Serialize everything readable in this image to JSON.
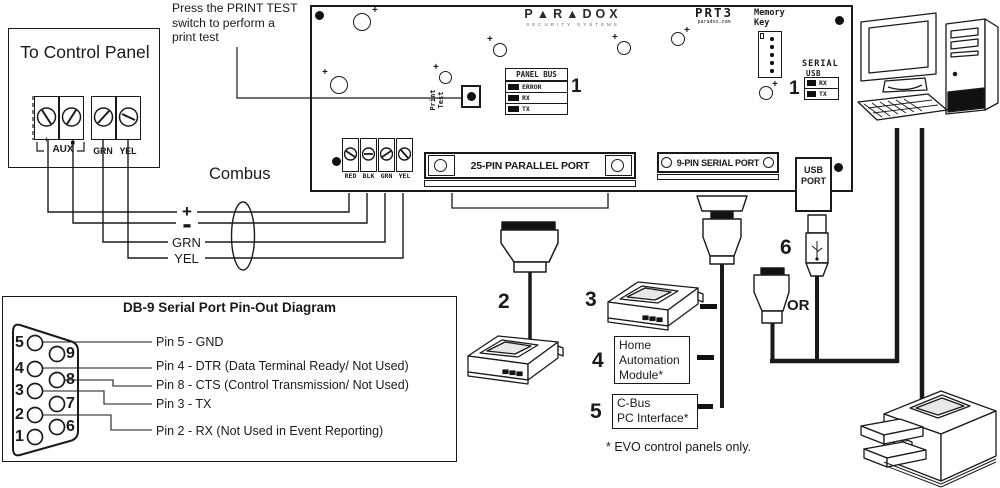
{
  "annotation": {
    "lines": [
      "Press the PRINT TEST",
      "switch to perform a",
      "print test"
    ]
  },
  "control_panel": {
    "title": "To Control Panel",
    "aux": "AUX",
    "grn": "GRN",
    "yel": "YEL"
  },
  "combus": {
    "label": "Combus",
    "wire_plus": "+",
    "wire_minus": "-",
    "wire_grn": "GRN",
    "wire_yel": "YEL"
  },
  "marks": {
    "plus": "+"
  },
  "board": {
    "logo_brand": "P▲R▲DOX",
    "logo_tagline": "SECURITY SYSTEMS",
    "model": "PRT3",
    "website": "paradox.com",
    "memory_key": [
      "Memory",
      "Key"
    ],
    "serial": "SERIAL",
    "usb": "USB",
    "serial_leds": [
      "RX",
      "TX"
    ],
    "serial_callout": "1",
    "panel_bus_title": "PANEL BUS",
    "panel_bus_leds": [
      "ERROR",
      "RX",
      "TX"
    ],
    "panel_bus_callout": "1",
    "print_test": [
      "Print",
      "Test"
    ],
    "terminals": [
      "RED",
      "BLK",
      "GRN",
      "YEL"
    ],
    "parallel_port_label": "25-PIN PARALLEL PORT",
    "serial_port_label": "9-PIN SERIAL PORT",
    "usb_port_label": [
      "USB",
      "PORT"
    ]
  },
  "callouts": {
    "two": "2",
    "three": "3",
    "four": "4",
    "five": "5",
    "six": "6",
    "or": "OR"
  },
  "home_automation": [
    "Home",
    "Automation",
    "Module*"
  ],
  "cbus": [
    "C-Bus",
    "PC Interface*"
  ],
  "footnote": "* EVO control panels only.",
  "db9": {
    "title": "DB-9 Serial Port Pin-Out Diagram",
    "left_pins": [
      "5",
      "4",
      "3",
      "2",
      "1"
    ],
    "right_pins": [
      "9",
      "8",
      "7",
      "6"
    ],
    "pin_labels": [
      "Pin 5 - GND",
      "Pin 4 - DTR (Data Terminal Ready/ Not Used)",
      "Pin 8 - CTS (Control Transmission/ Not Used)",
      "Pin 3 - TX",
      "Pin 2 - RX (Not Used in Event Reporting)"
    ]
  }
}
